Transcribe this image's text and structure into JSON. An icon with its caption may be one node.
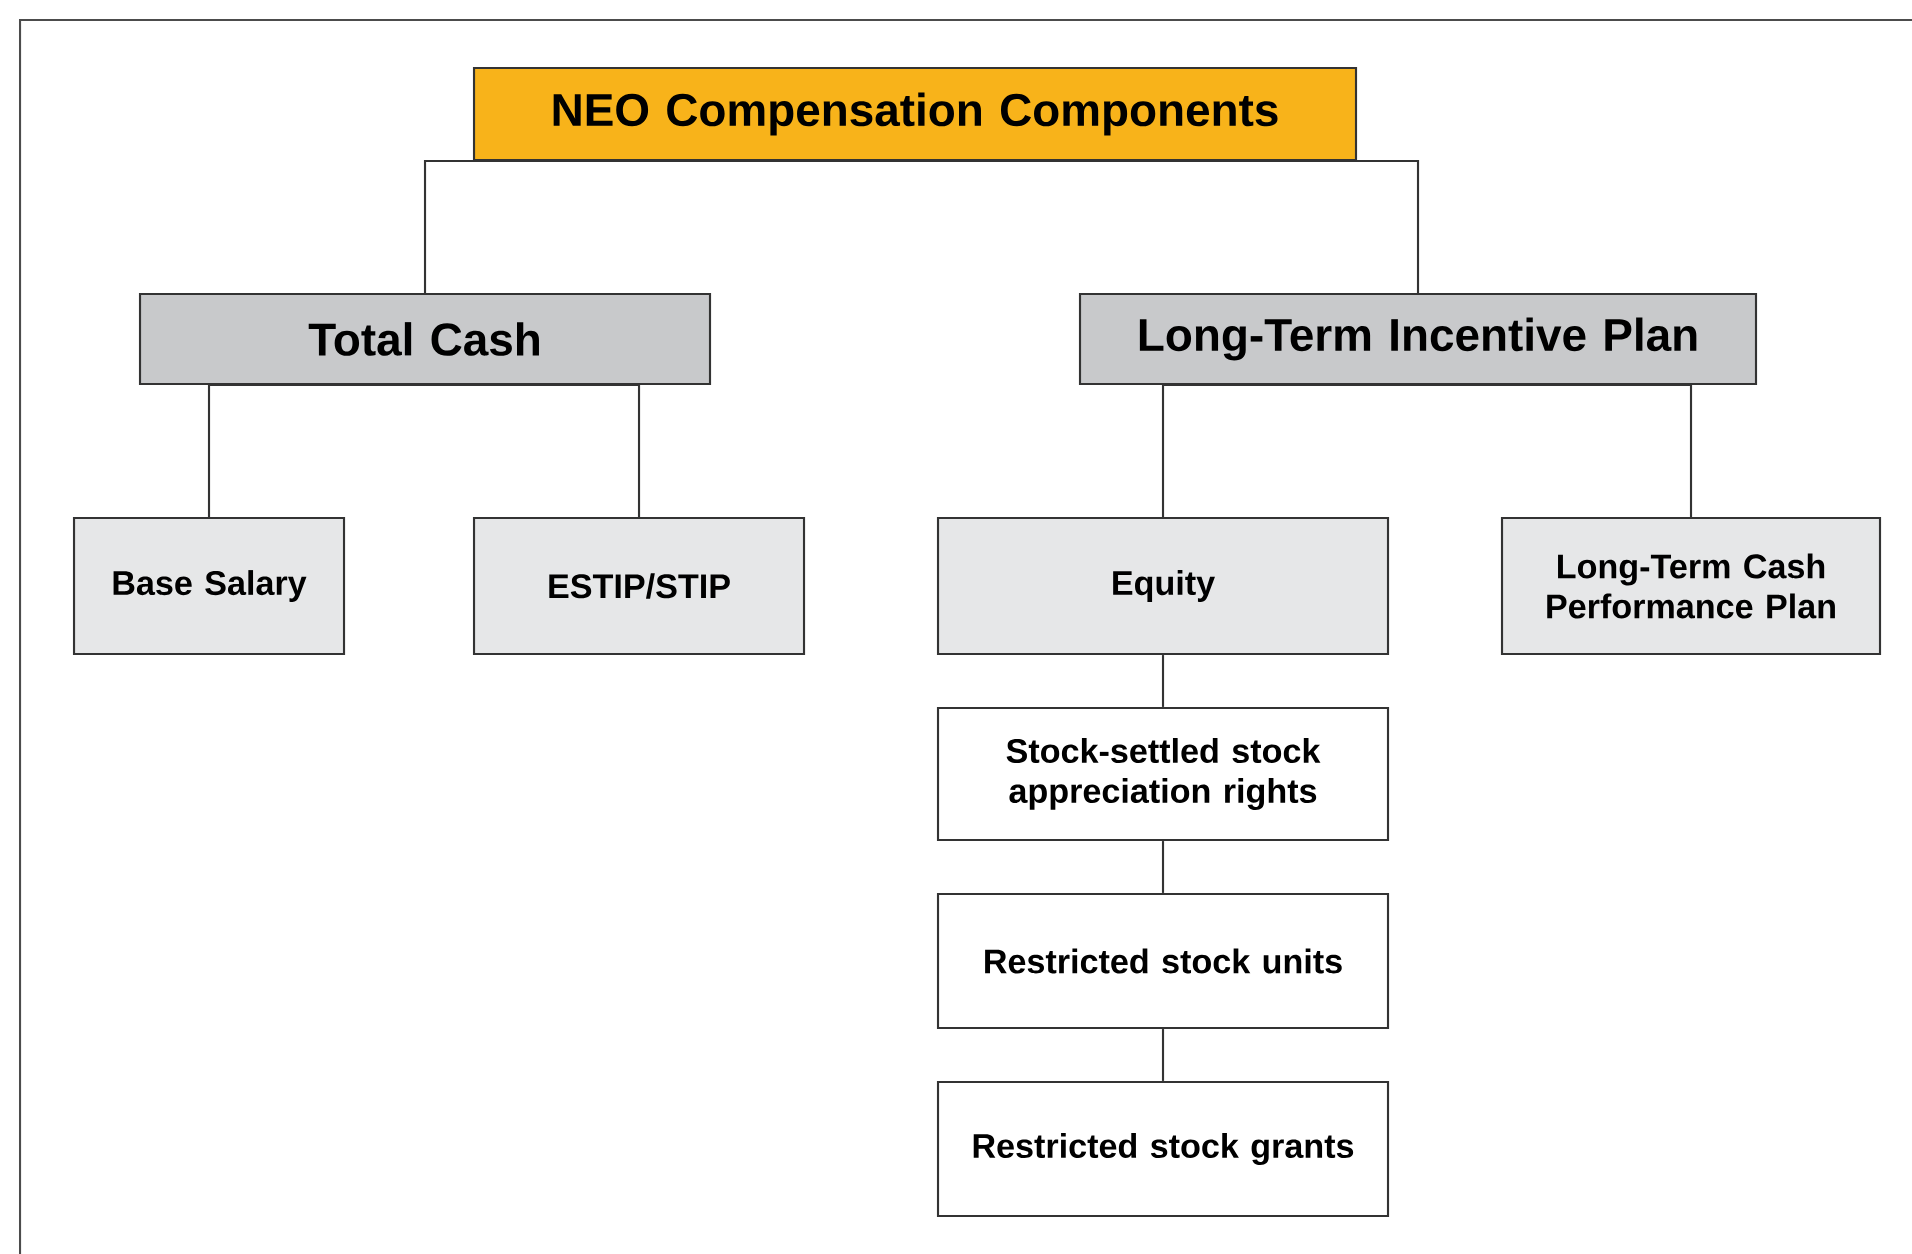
{
  "diagram": {
    "nodes": [
      {
        "text": [
          "NEO Compensation Components"
        ]
      },
      {
        "text": [
          "Total Cash"
        ]
      },
      {
        "text": [
          "Long-Term Incentive Plan"
        ]
      },
      {
        "text": [
          "Base Salary"
        ]
      },
      {
        "text": [
          "ESTIP/STIP"
        ]
      },
      {
        "text": [
          "Equity"
        ]
      },
      {
        "text": [
          "Long-Term Cash Performance Plan"
        ]
      },
      {
        "text": [
          "Stock-settled stock appreciation rights"
        ]
      },
      {
        "text": [
          "Restricted stock units"
        ]
      },
      {
        "text": [
          "Restricted stock grants"
        ]
      }
    ],
    "edges": [
      {
        "from": 0,
        "to": 1,
        "arrow": "none"
      },
      {
        "from": 0,
        "to": 2,
        "arrow": "none"
      },
      {
        "from": 1,
        "to": 3,
        "arrow": "none"
      },
      {
        "from": 1,
        "to": 4,
        "arrow": "none"
      },
      {
        "from": 2,
        "to": 5,
        "arrow": "none"
      },
      {
        "from": 2,
        "to": 6,
        "arrow": "none"
      },
      {
        "from": 5,
        "to": 7,
        "arrow": "none"
      },
      {
        "from": 7,
        "to": 8,
        "arrow": "none"
      },
      {
        "from": 8,
        "to": 9,
        "arrow": "none"
      }
    ]
  }
}
